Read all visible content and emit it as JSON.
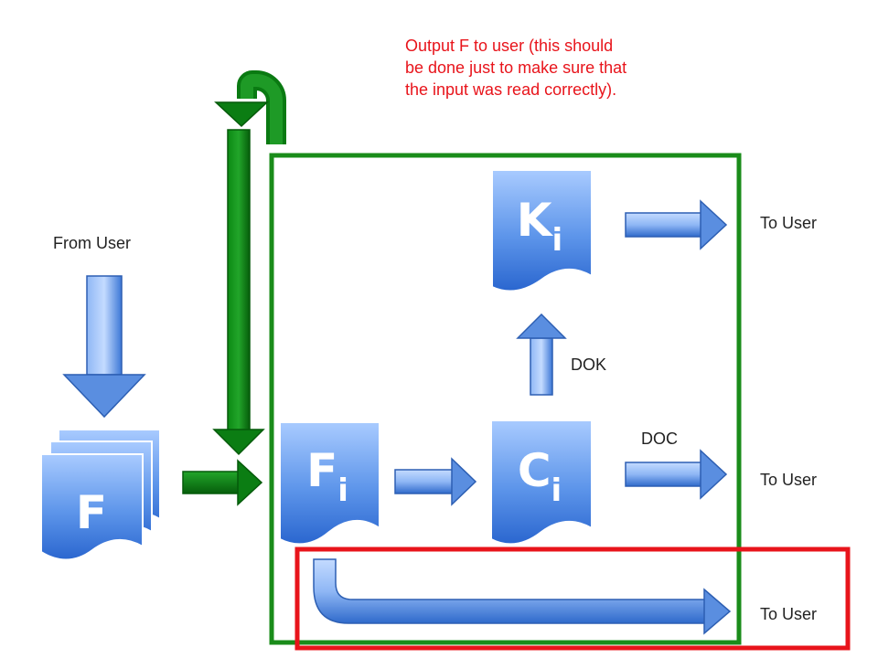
{
  "labels": {
    "from_user": "From User",
    "to_user_top": "To User",
    "to_user_mid": "To User",
    "to_user_bottom": "To User",
    "dok": "DOK",
    "doc": "DOC",
    "note": "Output F to user (this should be done just to make sure that the input was read correctly)."
  },
  "documents": {
    "f": {
      "letter": "F",
      "subscript": ""
    },
    "fi": {
      "letter": "F",
      "subscript": "i"
    },
    "ci": {
      "letter": "C",
      "subscript": "i"
    },
    "ki": {
      "letter": "K",
      "subscript": "i"
    }
  },
  "colors": {
    "doc_light": "#9fc3ff",
    "doc_dark": "#2e6fd8",
    "doc_text": "#ffffff",
    "arrow_blue_light": "#b7d2ff",
    "arrow_blue_dark": "#3a78dc",
    "arrow_green": "#0a7a12",
    "box_green": "#1a8c1a",
    "box_red": "#e8141b",
    "note_red": "#e8141b"
  }
}
